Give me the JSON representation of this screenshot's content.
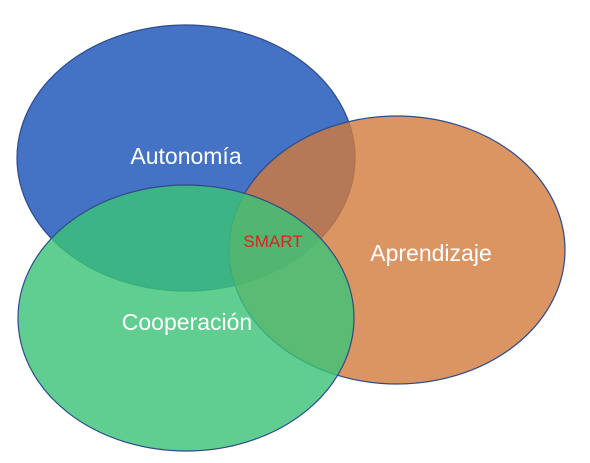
{
  "diagram": {
    "sets": [
      {
        "id": "autonomia",
        "label": "Autonomía",
        "fill": "#4472C4"
      },
      {
        "id": "aprendizaje",
        "label": "Aprendizaje",
        "fill": "#D27A3C"
      },
      {
        "id": "cooperacion",
        "label": "Cooperación",
        "fill": "#3CC377"
      }
    ],
    "center": {
      "label": "SMART",
      "color": "#E02020"
    },
    "outline_color": "#2F4A8A"
  }
}
